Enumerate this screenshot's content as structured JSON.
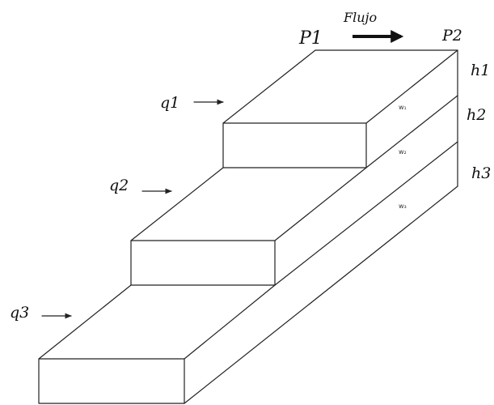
{
  "labels": {
    "flow": "Flujo",
    "p1": "P1",
    "p2": "P2",
    "h1": "h1",
    "h2": "h2",
    "h3": "h3",
    "q1": "q1",
    "q2": "q2",
    "q3": "q3",
    "w1": "w₁",
    "w2": "w₂",
    "w3": "w₃"
  },
  "colors": {
    "line": "#222222",
    "background": "#ffffff"
  }
}
